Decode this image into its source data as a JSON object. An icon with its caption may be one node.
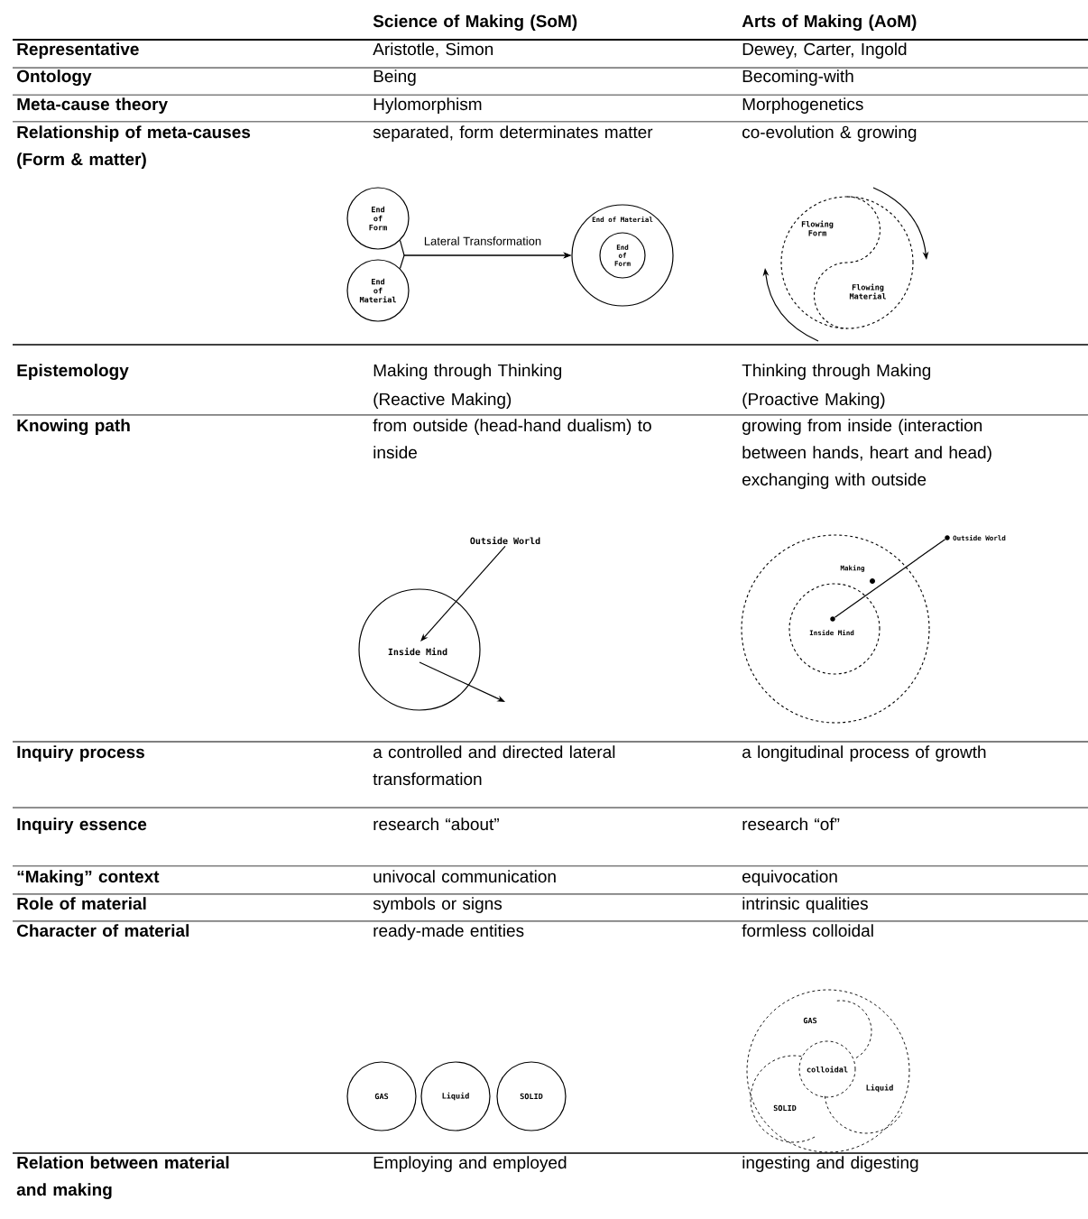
{
  "diagram": {
    "nodes": [
      {
        "text": [
          "End of Form"
        ]
      },
      {
        "text": [
          "End of Material"
        ]
      },
      {
        "text": [
          "End of Material"
        ]
      },
      {
        "text": [
          "End of Form"
        ],
        "in": 2
      },
      {
        "text": [
          "Outside World"
        ]
      },
      {
        "text": [
          "Inside Mind"
        ]
      },
      {
        "text": [
          "Making"
        ]
      },
      {
        "text": [
          "Inside Mind"
        ],
        "in": 6
      },
      {
        "text": [],
        "shape": "circle",
        "beside": [
          "Outside World"
        ]
      },
      {
        "text": [
          "GAS"
        ]
      },
      {
        "text": [
          "Liquid"
        ]
      },
      {
        "text": [
          "SOLID"
        ]
      },
      {
        "text": [],
        "shape": "circle"
      },
      {
        "text": [
          "colloidal"
        ],
        "in": 12
      },
      {
        "text": [],
        "shape": "circle",
        "in": 7
      }
    ],
    "edges": [
      {
        "from": 0,
        "to": 2,
        "arrow": "to",
        "label": "Lateral Transformation"
      },
      {
        "from": 1,
        "to": 2,
        "arrow": "to"
      },
      {
        "from": 4,
        "to": 5,
        "arrow": "to"
      },
      {
        "from": 5,
        "to": null,
        "arrow": "to"
      },
      {
        "from": 14,
        "to": 8,
        "arrow": "none"
      }
    ],
    "labels": [
      "Science of Making (SoM)",
      "Arts of Making (AoM)",
      "Representative",
      "Aristotle, Simon",
      "Dewey, Carter, Ingold",
      "Ontology",
      "Being",
      "Becoming-with",
      "Meta-cause theory",
      "Hylomorphism",
      "Morphogenetics",
      "Relationship of meta-causes (Form & matter)",
      "separated, form determinates matter",
      "co-evolution & growing",
      "Flowing Form",
      "Flowing Material",
      "Epistemology",
      "Making through Thinking",
      "(Reactive Making)",
      "Thinking through Making",
      "(Proactive Making)",
      "Knowing path",
      "from outside (head-hand dualism) to inside",
      "growing from inside (interaction between hands, heart and head) exchanging with outside",
      "Inquiry process",
      "a controlled and directed lateral transformation",
      "a longitudinal process of growth",
      "Inquiry essence",
      "research “about”",
      "research “of”",
      "“Making” context",
      "univocal communication",
      "equivocation",
      "Role of material",
      "symbols or signs",
      "intrinsic qualities",
      "Character of material",
      "ready-made entities",
      "formless colloidal",
      "GAS",
      "Liquid",
      "SOLID",
      "Relation between material and making",
      "Employing and employed",
      "ingesting and digesting"
    ]
  }
}
